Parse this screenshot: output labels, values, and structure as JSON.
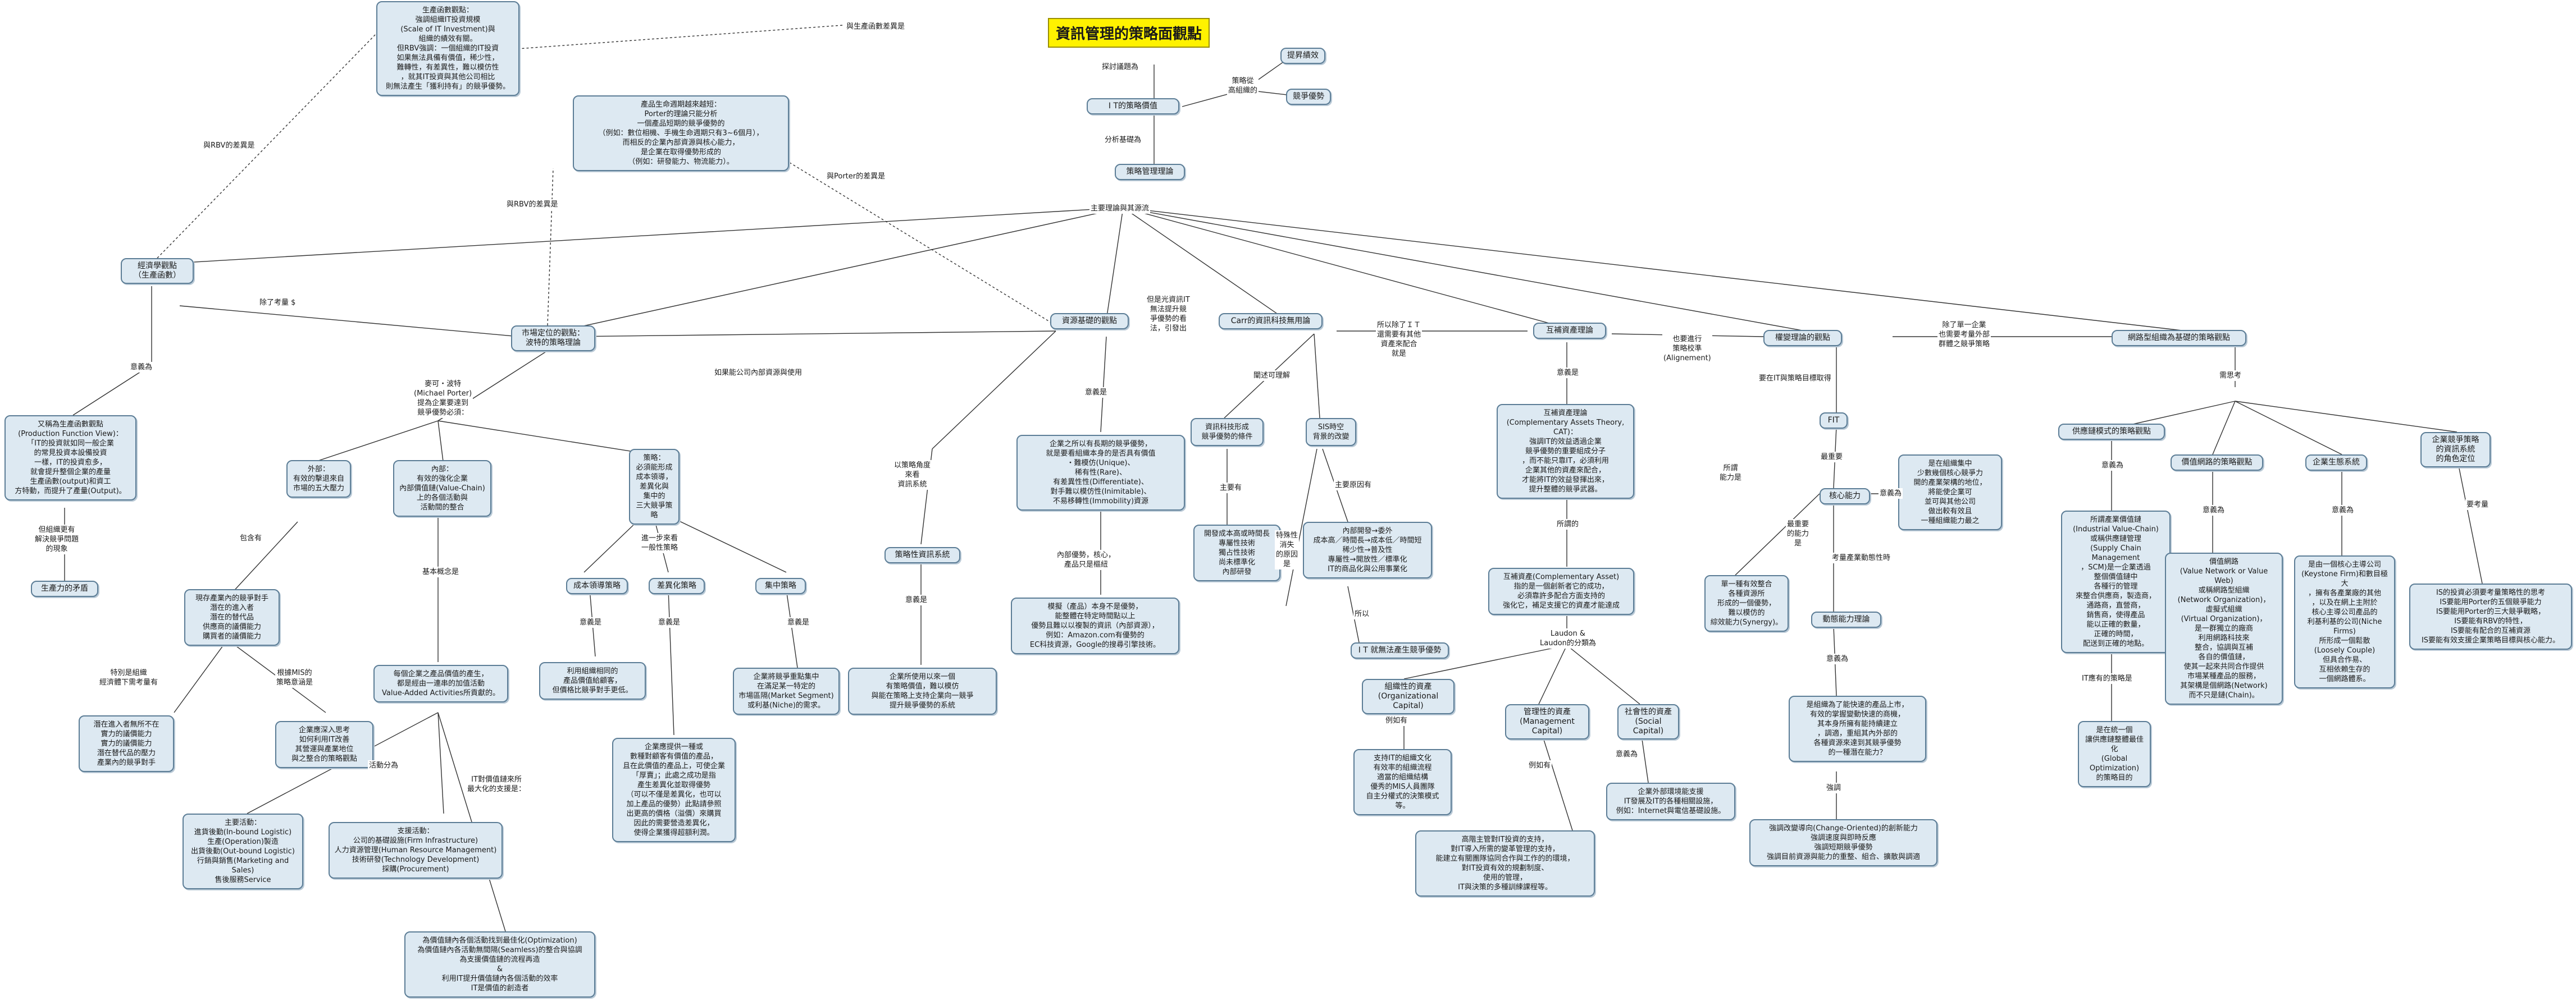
{
  "title": "資訊管理的策略面觀點",
  "nodes": {
    "it_strategic_value": "I T的策略價值",
    "improve_efficiency": "提昇績效",
    "competitive_advantage": "競爭優勢",
    "strategy_theory": "策略管理理論",
    "production_function": "經濟學觀點\n（生產函數）",
    "market_positioning": "市場定位的觀點：\n波特的策略理論",
    "resource_based": "資源基礎的觀點",
    "carr": "Carr的資訊科技無用論",
    "complementary_assets": "互補資產理論",
    "dynamic_capabilities": "權變理論的觀點",
    "network_view": "網路型組織為基礎的策略觀點",
    "pf_detail": "又稱為生產函數觀點\n(Production Function View)：\n「IT的投資就如同一般企業\n的常見投資本設備投資\n一樣，IT的投資愈多，\n就會提升整個企業的產量\n生產函數(output)和資工\n方特動，而提升了產量(Output)。",
    "productivity_paradox": "生產力的矛盾",
    "economic_scale": "生產函數觀點：\n強調組織IT投資規模\n(Scale of IT Investment)與\n組織的績效有關。\n但RBV強調：一個組織的IT投資\n如果無法具備有價值，稀少性，\n難轉性，有差異性，難以模仿性\n，就其IT投資與其他公司相比\n則無法產生「獲利持有」的競爭優勢。",
    "porter_product": "產品生命週期越來越短：\nPorter的理論只能分析\n一個產品短期的競爭優勢的\n（例如：數位相機、手機生命週期只有3~6個月），\n而相反的企業內部資源與核心能力，\n是企業在取得優勢形成的\n（例如：研發能力、物流能力）。",
    "five_forces": "外部：\n有效的擊退來自\n市場的五大壓力",
    "value_chain": "內部：\n有效的強化企業\n內部價值鏈(Value-Chain)\n上的各個活動與\n活動間的整合",
    "three_strategies": "策略：\n必須能形成\n成本領導，\n差異化與\n集中的\n三大競爭策略",
    "five_forces_detail": "現存產業內的競爭對手\n潛在的進入者\n潛在的替代品\n供應商的議價能力\n購買者的議價能力",
    "entry_threat": "潛在進入者無所不在\n實力的議價能力\n實力的議價能力\n潛在替代品的壓力\n產業內的競爭對手",
    "mis_strategy": "企業應深入思考\n如何利用IT改善\n其營運與產業地位\n與之整合的策略觀點",
    "value_activities": "每個企業之產品價值的產生，\n都是經由一連串的加值活動\nValue-Added Activities所貢獻的。",
    "primary_activities": "主要活動：\n進貨後勤(In-bound Logistic)\n生產(Operation)製造\n出貨後勤(Out-bound Logistic)\n行銷與銷售(Marketing and Sales)\n售後服務Service",
    "support_activities": "支援活動：\n公司的基礎設施(Firm Infrastructure)\n人力資源管理(Human Resource Management)\n技術研發(Technology Development)\n採購(Procurement)",
    "value_chain_optimization": "為價值鏈內各個活動找到最佳化(Optimization)\n為價值鏈內各活動無間隔(Seamless)的整合與協調\n為支援價值鏈的流程再造\n&\n利用IT提升價值鏈內各個活動的效率\nIT是價值的創造者",
    "cost_leadership": "成本領導策略",
    "differentiation": "差異化策略",
    "focus": "集中策略",
    "cost_detail": "利用組織相同的\n產品價值給顧客，\n但價格比競爭對手更低。",
    "diff_detail": "企業應提供一種或\n數種對顧客有價值的產品，\n且在此價值的產品上，可使企業\n「厚賣」；此處之成功是指\n產生差異化並取得優勢\n（可以不僅是差異化，也可以\n加上產品的優勢）此點請參照\n出更高的價格（溢價）來購買\n因此的需要營造差異化，\n使得企業獲得超額利潤。",
    "focus_detail": "企業將競爭重點集中\n在滿足某一特定的\n市場區隔(Market Segment)\n或利基(Niche)的需求。",
    "rbv_detail": "企業之所以有長期的競爭優勢，\n就是要看組織本身的是否具有價值\n・難模仿(Unique)、\n稀有性(Rare)、\n有差異性性(Differentiate)、\n對手難以模仿性(Inimitable)、\n不易移轉性(Immobility)資源",
    "strategic_info_system": "策略性資訊系統",
    "sis_detail": "企業所使用以來一個\n有策略價值，難以模仿\n與能在策略上支持企業向一競爭\n提升競爭優勢的系統",
    "rbv_inside": "模擬（產品）本身不是優勢，\n能整體在特定時間點以上\n優勢且難以以複製的資訊（內部資源），\n例如：Amazon.com有優勢的\nEC科技資源，Google的搜尋引擎技術。",
    "it_commodity": "資訊科技形成\n競爭優勢的條件",
    "sis_doubt": "SIS時空\n背景的改變",
    "it_detail": "開發成本高或時間長\n專屬性技術\n獨占性技術\n尚未標準化\n內部研發",
    "sis_change": "內部開發→委外\n成本高／時間長→成本低／時間短\n稀少性→普及性\n專屬性→開放性／標準化\nIT的商品化與公用事業化",
    "it_as_tool": "I T 就無法產生競爭優勢",
    "cat_detail": "互補資產理論\n(Complementary Assets Theory, CAT)：\n強調IT的效益透過企業\n競爭優勢的重要組成分子\n，而不能只靠IT，必須利用\n企業其他的資產來配合，\n才能將IT的效益發揮出來，\n提升整體的競爭武器。",
    "complementary_asset_def": "互補資產(Complementary Asset)\n指的是一個創新者它的成功，\n必須靠許多配合方面支持的\n強化它，補足支援它的資產才能達成",
    "org_capital": "組織性的資產\n(Organizational Capital)",
    "mgmt_capital": "管理性的資產\n(Management Capital)",
    "social_capital": "社會性的資產\n(Social Capital)",
    "org_detail": "支持IT的組織文化\n有效率的組織流程\n適當的組織結構\n優秀的MIS人員團隊\n自主分權式的決策模式等。",
    "mgmt_detail": "高階主管對IT投資的支持，\n對IT導入所需的變革管理的支持，\n能建立有關團隊協同合作與工作的的環境，\n對IT投資有效的規劃制度、\n使用的管理，\nIT與決策的多種訓練課程等。",
    "social_detail": "企業外部環境能支援\nIT發展及IT的各種相關設施，\n例如：Internet與電信基礎設施。",
    "fit": "FIT",
    "core_competence": "核心能力",
    "core_detail": "是在組織集中\n少數幾個核心競爭力\n開的產業架構的地位，\n將能使企業可\n並可與其他公司\n做出較有效且\n一種組織能力最之",
    "synergy": "單一種有效整合\n各種資源所\n形成的一個優勢，\n難以模仿的\n綜效能力(Synergy)。",
    "dynamic_capability": "動態能力理論",
    "dynamic_detail": "是組織為了能快速的產品上市，\n有效的掌握變動快速的商機，\n其本身所擁有能持續建立\n，調適，重組其內外部的\n各種資源來達到其競爭優勢\n的一種潛在能力？",
    "change_ability": "強調改變導向(Change-Oriented)的創新能力\n強調速度與即時反應\n強調短期競爭優勢\n強調目前資源與能力的重整、組合、擴散與調適",
    "supply_chain": "供應鏈模式的策略觀點",
    "value_network": "價值網路的策略觀點",
    "ecosystem": "企業生態系統",
    "it_role": "企業競爭策略\n的資訊系統\n的角色定位",
    "sc_detail": "所謂產業價值鏈\n(Industrial Value-Chain)\n或稱供應鏈管理\n(Supply Chain Management\n，SCM)是一企業透過\n整個價值鏈中\n各種行的管理\n來整合供應商，製造商，\n通路商，直營商，\n銷售商，使得產品\n能以正確的數量，\n正確的時間，\n配送到正確的地點。",
    "sc_goal": "是在統一個\n讓供應鏈整體最佳化\n(Global Optimization)\n的策略目的",
    "vn_detail": "價值網路\n(Value Network or Value Web)\n或稱網路型組織\n(Network Organization)，\n虛擬式組織\n(Virtual Organization)，\n是一群獨立的廠商\n利用網路科技來\n整合，協調與互補\n各自的價值鏈，\n使其一起來共同合作提供\n市場某種產品的服務，\n其架構是個網路(Network)\n而不只是鏈(Chain)。",
    "eco_detail": "是由一個核心主導公司\n(Keystone Firm)和數目極大\n，擁有各產業廠的其他\n，以及在網上主附於\n核心主導公司產品的\n利基利基的公司(Niche Firms)\n所形成一個鬆散\n(Loosely Couple)\n但具合作易、\n互相依賴生存的\n一個網路體系。",
    "it_role_detail": "IS的投資必須要考量策略性的思考\nIS要能用Porter的五個競爭能力\nIS要能用Porter的三大競爭戰略，\nIS要能有RBV的特性，\nIS要能有配合的互補資源\nIS要能有效支援企業策略目標與核心能力。"
  },
  "labels": {
    "discuss": "探討議題為",
    "strategic_view": "策略從\n高組織的",
    "analysis": "分析基礎為",
    "main_theories": "主要理論與其源流",
    "rbv_diff1": "與RBV的差異是",
    "rbv_diff2": "與RBV的差異是",
    "porter_diff": "與Porter的差異是",
    "pf_diff": "與生產函數差異是",
    "except_thinking": "除了考量 $",
    "also_thinking": "意義為",
    "solve": "但組織更有\n解決競爭問題\n的現象",
    "porter": "麥可・波特\n(Michael Porter)\n提為企業要達到\n競爭優勢必須：",
    "internal_use": "如果能公司內部資源與使用",
    "include": "包含有",
    "meaning_mis": "根據MIS的\n策略意涵是",
    "specific": "特別是組織\n經濟體下需考量有",
    "basic_concept": "基本概念是",
    "activity_split": "活動分為",
    "it_chain": "IT對價值鏈來所\n最大化的支援是：",
    "further": "進一步來看\n一般性策略",
    "meaning1": "意義是",
    "meaning2": "意義是",
    "meaning3": "意義是",
    "meaning_rbv": "意義是",
    "view_as": "以策略角度\n來看\n資訊系統",
    "meaning_sis": "意義是",
    "inside_cap": "內部優勢，核心，\n產品只是樞紐",
    "carr_why": "但是光資訊IT\n無法提升競\n爭優勢的看\n法，引發出",
    "explain": "闡述可理解",
    "main_have": "主要有",
    "main_cause": "主要原因有",
    "special": "特殊性\n消失\n的原因\n是",
    "so": "所以",
    "cat_why": "所以除了ＩＴ\n還需要有其他\n資產來配合\n就是",
    "meaning_cat": "意義是",
    "called": "所謂的",
    "laudon": "Laudon &\nLaudon的分類為",
    "example1": "例如有",
    "example2": "例如有",
    "meaning_social": "意義為",
    "fit_strategy": "也要進行\n策略校準\n(Alignement)",
    "need_fit": "要在IT與策略目標取得",
    "except_comp": "除了單一企業\n也需要考量外部\n群體之競爭策略",
    "needs": "需思考",
    "so_called": "所謂\n能力是",
    "most_key": "最重要",
    "meaning_core": "意義為",
    "need_cap": "最重要\n的能力\n是",
    "consider_change": "考量產業動態性時",
    "meaning_dyn": "意義為",
    "emphasis": "強調",
    "meaning_sc": "意義為",
    "meaning_vn": "意義為",
    "meaning_eco": "意義為",
    "need_consider": "要考量",
    "it_strategy": "IT應有的策略是"
  }
}
